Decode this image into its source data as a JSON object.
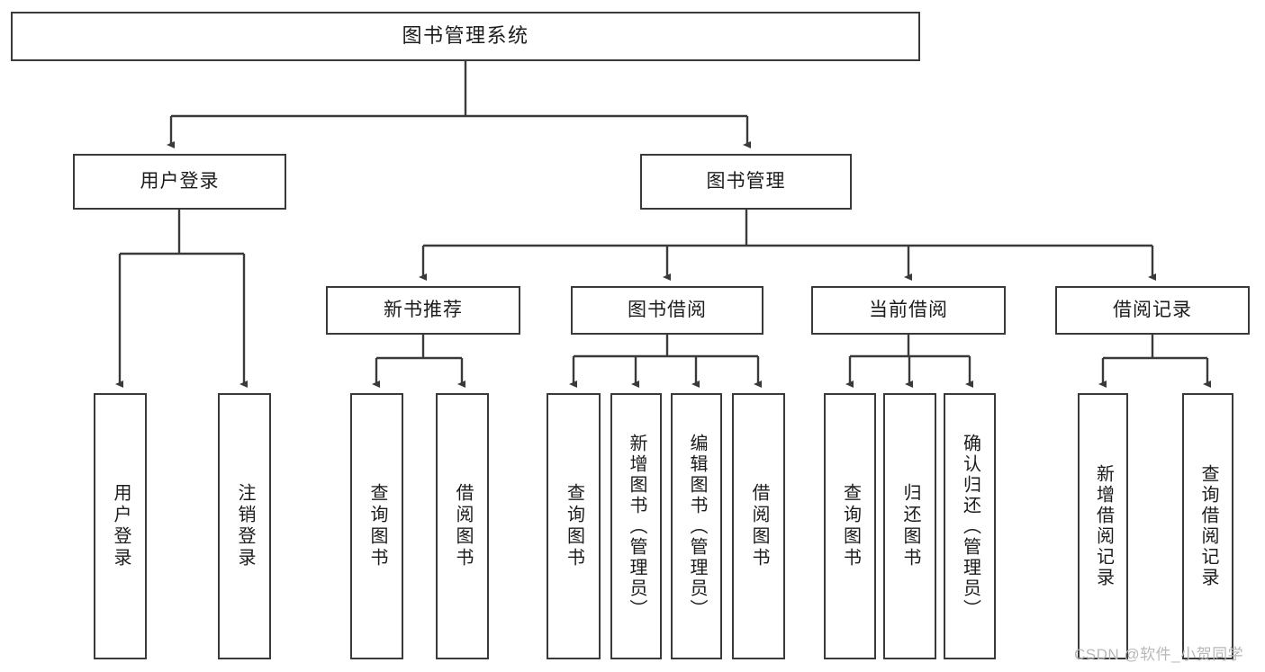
{
  "diagram": {
    "title": "图书管理系统",
    "type": "tree-hierarchy",
    "watermark": "CSDN @软件_小贺同学",
    "colors": {
      "stroke": "#3a3a3a",
      "text": "#1c1c1c",
      "background": "#ffffff",
      "watermark": "#b8b8b8"
    },
    "root": {
      "id": "root",
      "label": "图书管理系统"
    },
    "level2": [
      {
        "id": "user-login",
        "label": "用户登录"
      },
      {
        "id": "book-manage",
        "label": "图书管理"
      }
    ],
    "level3": [
      {
        "id": "new-book-recommend",
        "label": "新书推荐",
        "parent": "book-manage"
      },
      {
        "id": "book-borrow",
        "label": "图书借阅",
        "parent": "book-manage"
      },
      {
        "id": "current-borrow",
        "label": "当前借阅",
        "parent": "book-manage"
      },
      {
        "id": "borrow-record",
        "label": "借阅记录",
        "parent": "book-manage"
      }
    ],
    "leaves": [
      {
        "id": "leaf-user-login",
        "label": "用户登录",
        "parent": "user-login"
      },
      {
        "id": "leaf-logout",
        "label": "注销登录",
        "parent": "user-login"
      },
      {
        "id": "leaf-query-book-1",
        "label": "查询图书",
        "parent": "new-book-recommend"
      },
      {
        "id": "leaf-borrow-book-1",
        "label": "借阅图书",
        "parent": "new-book-recommend"
      },
      {
        "id": "leaf-query-book-2",
        "label": "查询图书",
        "parent": "book-borrow"
      },
      {
        "id": "leaf-add-book",
        "label": "新增图书（管理员）",
        "parent": "book-borrow"
      },
      {
        "id": "leaf-edit-book",
        "label": "编辑图书（管理员）",
        "parent": "book-borrow"
      },
      {
        "id": "leaf-borrow-book-2",
        "label": "借阅图书",
        "parent": "book-borrow"
      },
      {
        "id": "leaf-query-book-3",
        "label": "查询图书",
        "parent": "current-borrow"
      },
      {
        "id": "leaf-return-book",
        "label": "归还图书",
        "parent": "current-borrow"
      },
      {
        "id": "leaf-confirm-return",
        "label": "确认归还（管理员）",
        "parent": "current-borrow"
      },
      {
        "id": "leaf-add-record",
        "label": "新增借阅记录",
        "parent": "borrow-record"
      },
      {
        "id": "leaf-query-record",
        "label": "查询借阅记录",
        "parent": "borrow-record"
      }
    ]
  }
}
